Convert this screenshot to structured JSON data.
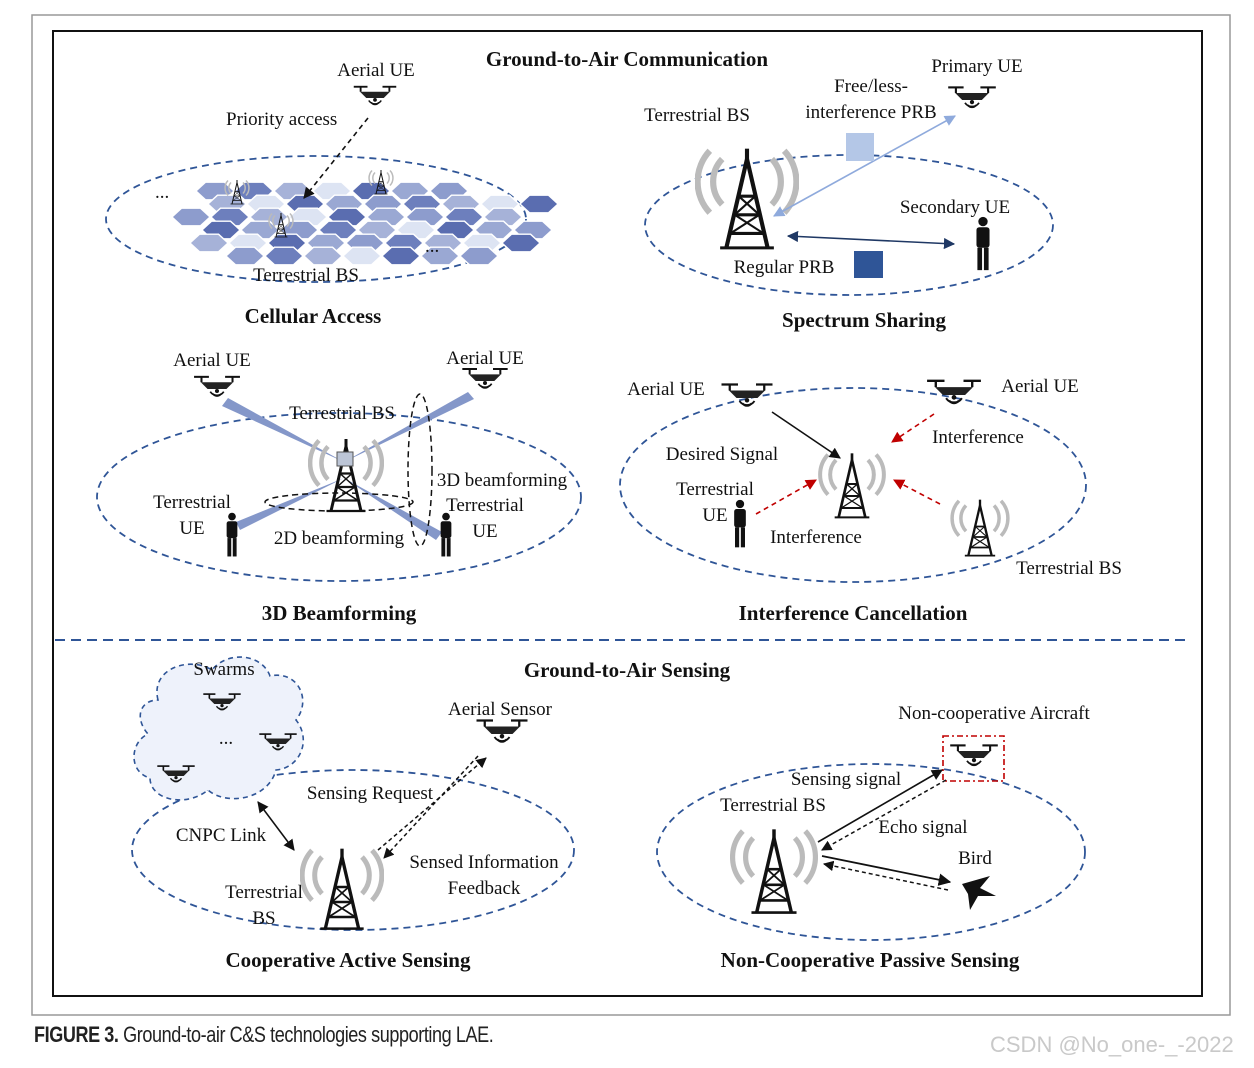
{
  "sections": {
    "communication_title": "Ground-to-Air Communication",
    "sensing_title": "Ground-to-Air Sensing"
  },
  "cellular": {
    "title": "Cellular Access",
    "aerial_ue": "Aerial UE",
    "priority": "Priority access",
    "bs": "Terrestrial BS",
    "dots": "..."
  },
  "spectrum": {
    "title": "Spectrum Sharing",
    "bs": "Terrestrial BS",
    "primary": "Primary  UE",
    "free_1": "Free/less-",
    "free_2": "interference PRB",
    "secondary": "Secondary  UE",
    "regular": "Regular PRB"
  },
  "beamforming": {
    "title": "3D Beamforming",
    "aerial_left": "Aerial UE",
    "aerial_right": "Aerial UE",
    "bs": "Terrestrial BS",
    "beam3d": "3D beamforming",
    "beam2d": "2D beamforming",
    "left_ue_1": "Terrestrial",
    "left_ue_2": "UE",
    "right_ue_1": "Terrestrial",
    "right_ue_2": "UE"
  },
  "interference": {
    "title": "Interference Cancellation",
    "aerial_left": "Aerial UE",
    "aerial_right": "Aerial UE",
    "desired": "Desired Signal",
    "interf_top": "Interference",
    "interf_bottom": "Interference",
    "ue_1": "Terrestrial",
    "ue_2": "UE",
    "bs": "Terrestrial BS"
  },
  "cooperative": {
    "title": "Cooperative Active Sensing",
    "swarms": "Swarms",
    "dots": "...",
    "aerial_sensor": "Aerial Sensor",
    "request": "Sensing Request",
    "cnpc": "CNPC Link",
    "feedback_1": "Sensed Information",
    "feedback_2": "Feedback",
    "bs_1": "Terrestrial",
    "bs_2": "BS"
  },
  "noncooperative": {
    "title": "Non-Cooperative Passive Sensing",
    "aircraft": "Non-cooperative Aircraft",
    "sensing_signal": "Sensing signal",
    "bs": "Terrestrial BS",
    "echo": "Echo signal",
    "bird": "Bird"
  },
  "caption": {
    "label": "FIGURE 3.",
    "text": " Ground-to-air C&S technologies supporting LAE."
  },
  "watermark": "CSDN @No_one-_-2022",
  "colors": {
    "ellipse": "#2f5597",
    "beam": "#8497c9",
    "light_prb": "#b4c7e7",
    "regular_prb": "#2f5597",
    "interference": "#c00000"
  }
}
